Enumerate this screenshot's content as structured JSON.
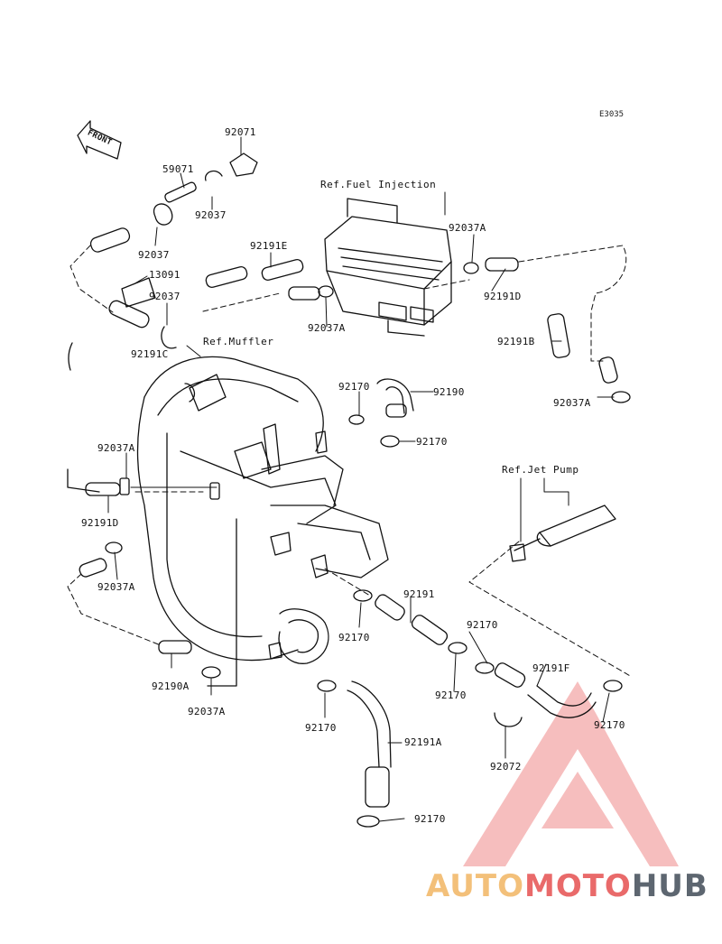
{
  "diagram_code": "E3035",
  "front_label": "FRONT",
  "refs": {
    "fuel_injection": "Ref.Fuel Injection",
    "muffler": "Ref.Muffler",
    "jet_pump": "Ref.Jet Pump"
  },
  "parts": {
    "p92071": "92071",
    "p59071": "59071",
    "p92037_a": "92037",
    "p92037_b": "92037",
    "p92037_c": "92037",
    "p13091": "13091",
    "p92191C": "92191C",
    "p92191E": "92191E",
    "p92037A_top": "92037A",
    "p92037A_ecu": "92037A",
    "p92191D_right": "92191D",
    "p92191B": "92191B",
    "p92037A_right": "92037A",
    "p92170_a": "92170",
    "p92190": "92190",
    "p92170_b": "92170",
    "p92037A_left": "92037A",
    "p92191D_left": "92191D",
    "p92037A_left2": "92037A",
    "p92191": "92191",
    "p92170_c": "92170",
    "p92170_d": "92170",
    "p92170_e": "92170",
    "p92191F": "92191F",
    "p92190A": "92190A",
    "p92037A_bottom": "92037A",
    "p92170_f": "92170",
    "p92191A": "92191A",
    "p92170_g": "92170",
    "p92072": "92072",
    "p92170_h": "92170"
  },
  "watermark": {
    "part1": "AUTO",
    "part2": "MOTO",
    "part3": "HUB",
    "colors": {
      "orange": "#f3c07a",
      "red": "#e96a6a",
      "grey": "#5d6670"
    }
  }
}
